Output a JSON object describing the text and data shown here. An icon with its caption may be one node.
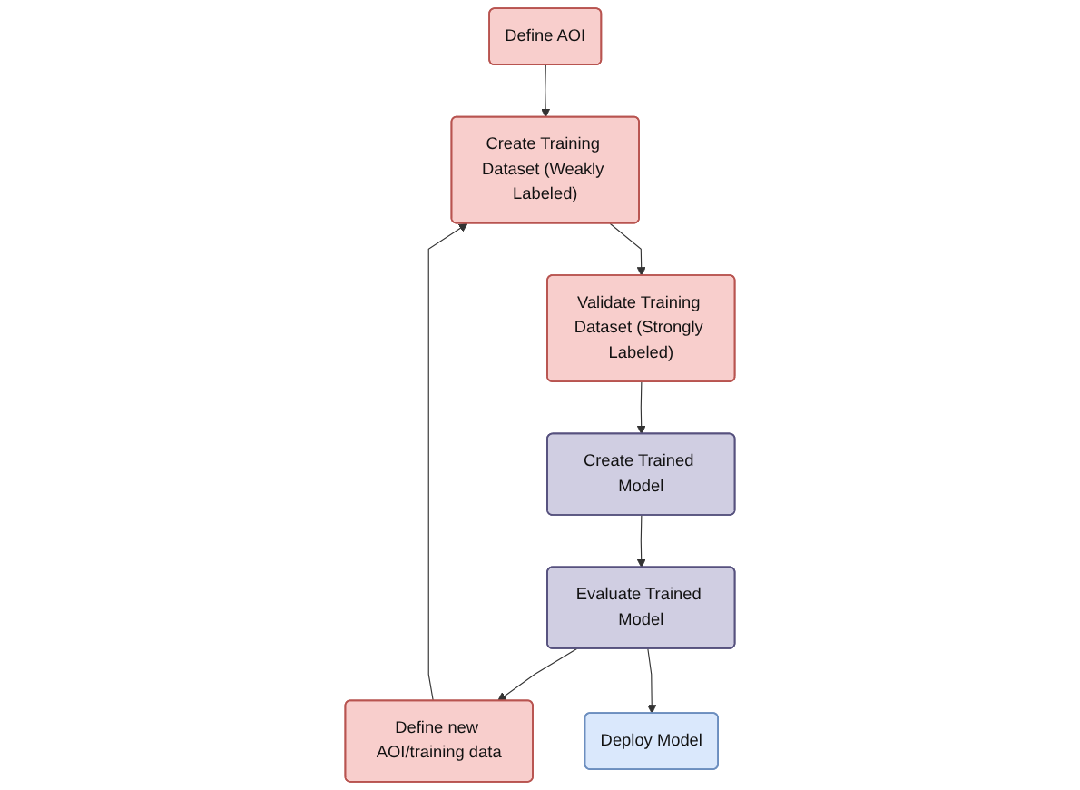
{
  "diagram": {
    "nodes": [
      {
        "text": [
          "Define AOI"
        ]
      },
      {
        "text": [
          "Create Training Dataset (Weakly Labeled)"
        ]
      },
      {
        "text": [
          "Validate Training Dataset (Strongly Labeled)"
        ]
      },
      {
        "text": [
          "Define new AOI/training data"
        ]
      },
      {
        "text": [
          "Create Trained Model"
        ]
      },
      {
        "text": [
          "Evaluate Trained Model"
        ]
      },
      {
        "text": [
          "Deploy Model"
        ]
      }
    ],
    "edges": [
      {
        "from": 0,
        "to": 1,
        "arrow": "to"
      },
      {
        "from": 1,
        "to": 2,
        "arrow": "to"
      },
      {
        "from": 2,
        "to": 4,
        "arrow": "to"
      },
      {
        "from": 4,
        "to": 5,
        "arrow": "to"
      },
      {
        "from": 5,
        "to": 3,
        "arrow": "to"
      },
      {
        "from": 3,
        "to": 1,
        "arrow": "to"
      },
      {
        "from": 5,
        "to": 6,
        "arrow": "to"
      }
    ]
  }
}
